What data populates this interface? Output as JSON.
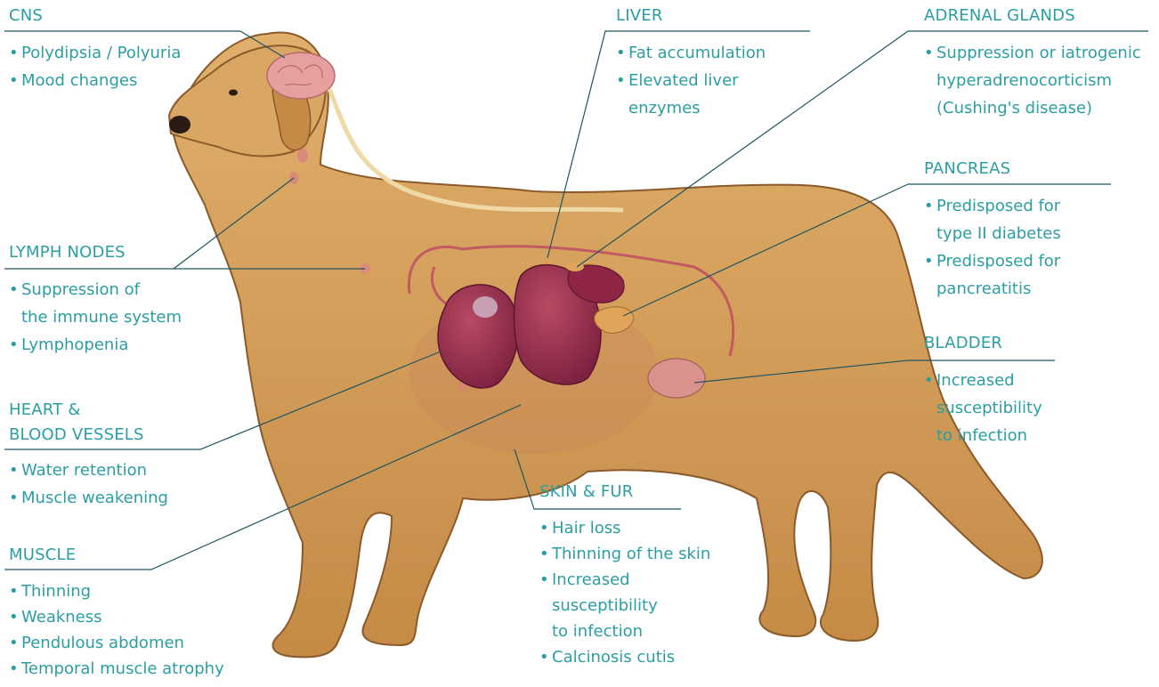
{
  "colors": {
    "text": "#2b9ea4",
    "leader_line": "#1f5560",
    "fur": "#d6a35e",
    "fur_dark": "#a9743a",
    "organ": "#9a2d4a",
    "organ_light": "#c85f6f"
  },
  "labels": {
    "cns": {
      "heading": "CNS",
      "items": [
        [
          "Polydipsia / Polyuria"
        ],
        [
          "Mood changes"
        ]
      ]
    },
    "liver": {
      "heading": "LIVER",
      "items": [
        [
          "Fat accumulation"
        ],
        [
          "Elevated liver",
          "enzymes"
        ]
      ]
    },
    "adrenal": {
      "heading": "ADRENAL GLANDS",
      "items": [
        [
          "Suppression or iatrogenic",
          "hyperadrenocorticism",
          "(Cushing's disease)"
        ]
      ]
    },
    "pancreas": {
      "heading": "PANCREAS",
      "items": [
        [
          "Predisposed for",
          "type II diabetes"
        ],
        [
          "Predisposed for",
          "pancreatitis"
        ]
      ]
    },
    "lymph": {
      "heading": "LYMPH NODES",
      "items": [
        [
          "Suppression of",
          "the immune system"
        ],
        [
          "Lymphopenia"
        ]
      ]
    },
    "bladder": {
      "heading": "BLADDER",
      "items": [
        [
          "Increased",
          "susceptibility",
          "to infection"
        ]
      ]
    },
    "heart": {
      "heading_lines": [
        "HEART &",
        "BLOOD VESSELS"
      ],
      "items": [
        [
          "Water retention"
        ],
        [
          "Muscle weakening"
        ]
      ]
    },
    "skin": {
      "heading": "SKIN & FUR",
      "items": [
        [
          "Hair loss"
        ],
        [
          "Thinning of the skin"
        ],
        [
          "Increased",
          "susceptibility",
          "to infection"
        ],
        [
          "Calcinosis cutis"
        ]
      ]
    },
    "muscle": {
      "heading": "MUSCLE",
      "items": [
        [
          "Thinning"
        ],
        [
          "Weakness"
        ],
        [
          "Pendulous abdomen"
        ],
        [
          "Temporal muscle atrophy"
        ]
      ]
    }
  }
}
